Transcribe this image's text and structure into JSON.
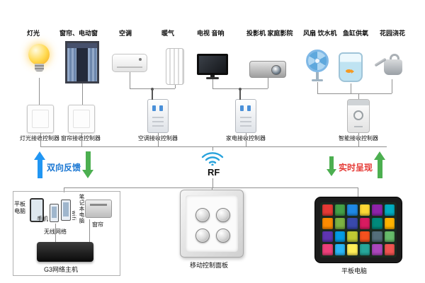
{
  "top_devices": [
    {
      "label": "灯光"
    },
    {
      "label": "窗帘、电动窗"
    },
    {
      "label": "空调"
    },
    {
      "label": "暖气"
    },
    {
      "label": "电视 音响"
    },
    {
      "label": "投影机 家庭影院"
    },
    {
      "label": "风扇 饮水机"
    },
    {
      "label": "鱼缸供氧"
    },
    {
      "label": "花园浇花"
    }
  ],
  "controllers": [
    {
      "label": "灯光接收控制器"
    },
    {
      "label": "窗帘接收控制器"
    },
    {
      "label": "空调接收控制器"
    },
    {
      "label": "家电接收控制器"
    },
    {
      "label": "智能接收控制器"
    }
  ],
  "middle": {
    "feedback_label": "双向反馈",
    "feedback_color": "#1976d2",
    "rf_label": "RF",
    "realtime_label": "实时呈现",
    "realtime_color": "#e53935",
    "arrow_blue": "#2196f3",
    "arrow_green": "#4caf50",
    "wifi_color": "#29a3dc"
  },
  "bottom": {
    "left_group": {
      "tablet_label": "平板电脑",
      "phone_label": "手机",
      "wifi_label": "无线网络",
      "wifi_sub": "wifi",
      "laptop_label": "笔记本电脑",
      "printer_label": "窗帘",
      "host_label": "G3网络主机"
    },
    "panel_label": "移动控制面板",
    "tablet_label": "平板电脑",
    "tablet_icon_colors": [
      "#e53935",
      "#43a047",
      "#1e88e5",
      "#fdd835",
      "#8e24aa",
      "#00acc1",
      "#fb8c00",
      "#7cb342",
      "#3949ab",
      "#d81b60",
      "#00897b",
      "#ffb300",
      "#5e35b1",
      "#039be5",
      "#c0ca33",
      "#f4511e",
      "#546e7a",
      "#66bb6a",
      "#ec407a",
      "#29b6f6",
      "#ffee58",
      "#26a69a",
      "#ab47bc",
      "#ef5350"
    ]
  }
}
